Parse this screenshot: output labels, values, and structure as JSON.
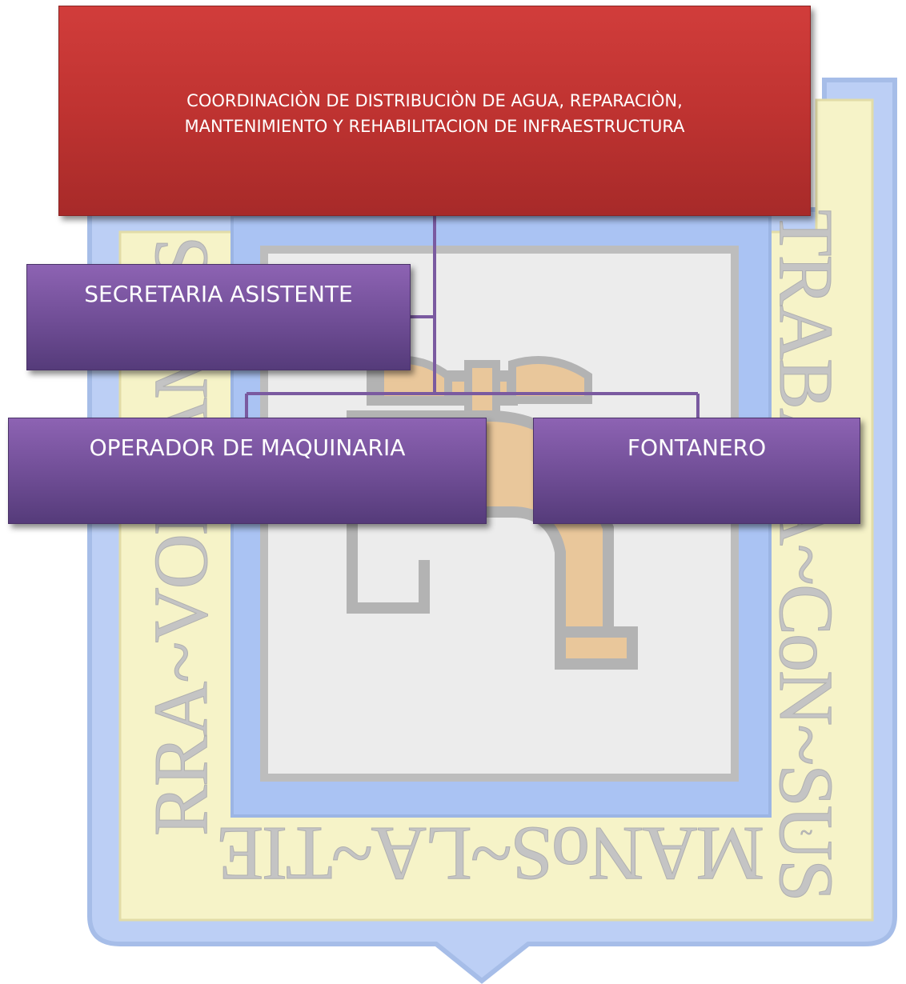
{
  "emblem": {
    "motto_bottom": "MANoS~LA~TIE",
    "motto_left": "RRA~VOLVAMOS",
    "motto_right": "TRABAJA~CoN~SUS",
    "colors": {
      "outer_band": "#f5f2c4",
      "blue_band": "#a9c2f4",
      "inner_panel": "#ececec",
      "faucet": "#e9c79b",
      "gray_outline": "#b9b9b9"
    },
    "icon": "water-faucet-icon"
  },
  "chart": {
    "root": {
      "line1": "COORDINACIÒN DE DISTRIBUCIÒN DE AGUA, REPARACIÒN,",
      "line2": "MANTENIMIENTO Y REHABILITACION DE INFRAESTRUCTURA",
      "color": "#bf3331"
    },
    "assistant": {
      "label": "SECRETARIA ASISTENTE",
      "color": "#6f4d95"
    },
    "children": [
      {
        "label": "OPERADOR DE MAQUINARIA",
        "color": "#6f4d95"
      },
      {
        "label": "FONTANERO",
        "color": "#6f4d95"
      }
    ],
    "connector_color": "#7a5aa0"
  }
}
